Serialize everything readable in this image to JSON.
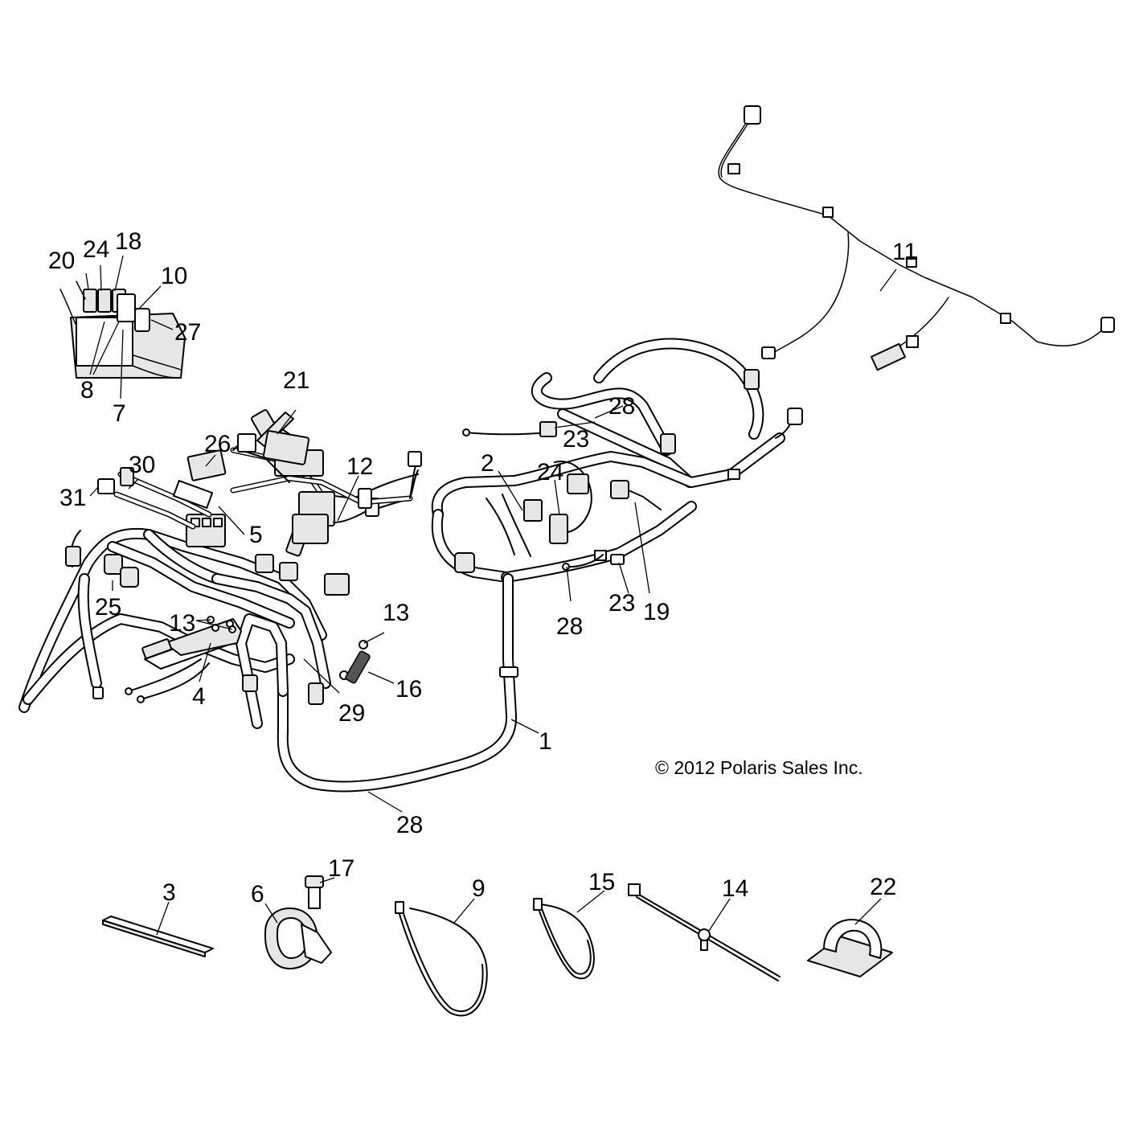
{
  "copyright": "© 2012 Polaris Sales Inc.",
  "callouts": {
    "c1": "1",
    "c2": "2",
    "c3": "3",
    "c4": "4",
    "c5": "5",
    "c6": "6",
    "c7": "7",
    "c8": "8",
    "c9": "9",
    "c10": "10",
    "c11": "11",
    "c12": "12",
    "c13a": "13",
    "c13b": "13",
    "c14": "14",
    "c15": "15",
    "c16": "16",
    "c17": "17",
    "c18": "18",
    "c19": "19",
    "c20": "20",
    "c21": "21",
    "c22": "22",
    "c23a": "23",
    "c23b": "23",
    "c24a": "24",
    "c24b": "24",
    "c25": "25",
    "c26": "26",
    "c27": "27",
    "c28a": "28",
    "c28b": "28",
    "c28c": "28",
    "c29": "29",
    "c30": "30",
    "c31": "31"
  }
}
